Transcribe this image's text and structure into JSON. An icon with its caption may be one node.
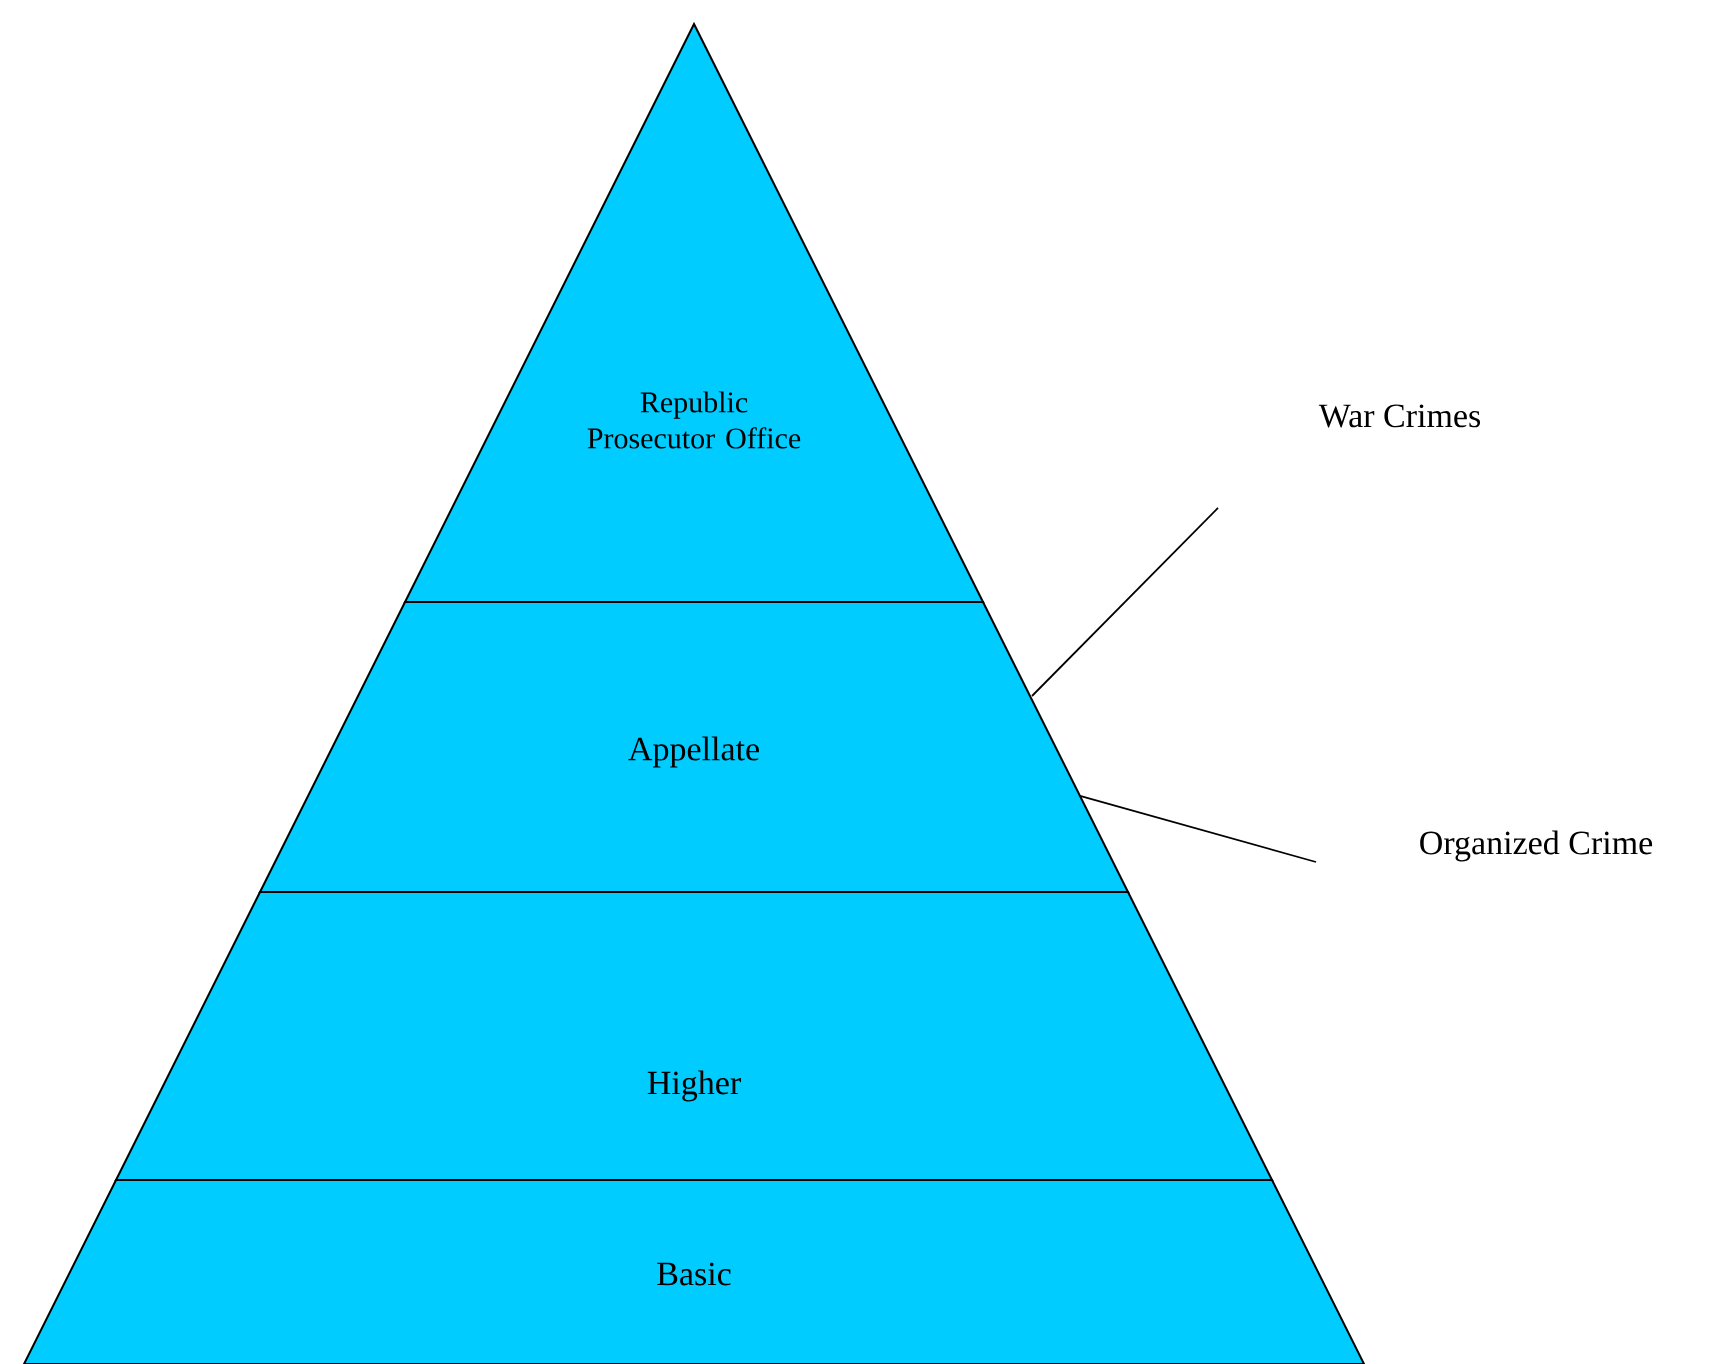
{
  "diagram": {
    "nodes": [
      {
        "text": [
          "Republic Prosecutor Office"
        ]
      },
      {
        "text": [
          "Appellate"
        ]
      },
      {
        "text": [
          "Higher"
        ]
      },
      {
        "text": [
          "Basic"
        ]
      },
      {
        "text": [
          "War Crimes"
        ]
      },
      {
        "text": [
          "Organized Crime"
        ]
      }
    ],
    "edges": [
      {
        "from": 4,
        "to": 1,
        "arrow": "none"
      },
      {
        "from": 5,
        "to": 1,
        "arrow": "none"
      }
    ]
  }
}
